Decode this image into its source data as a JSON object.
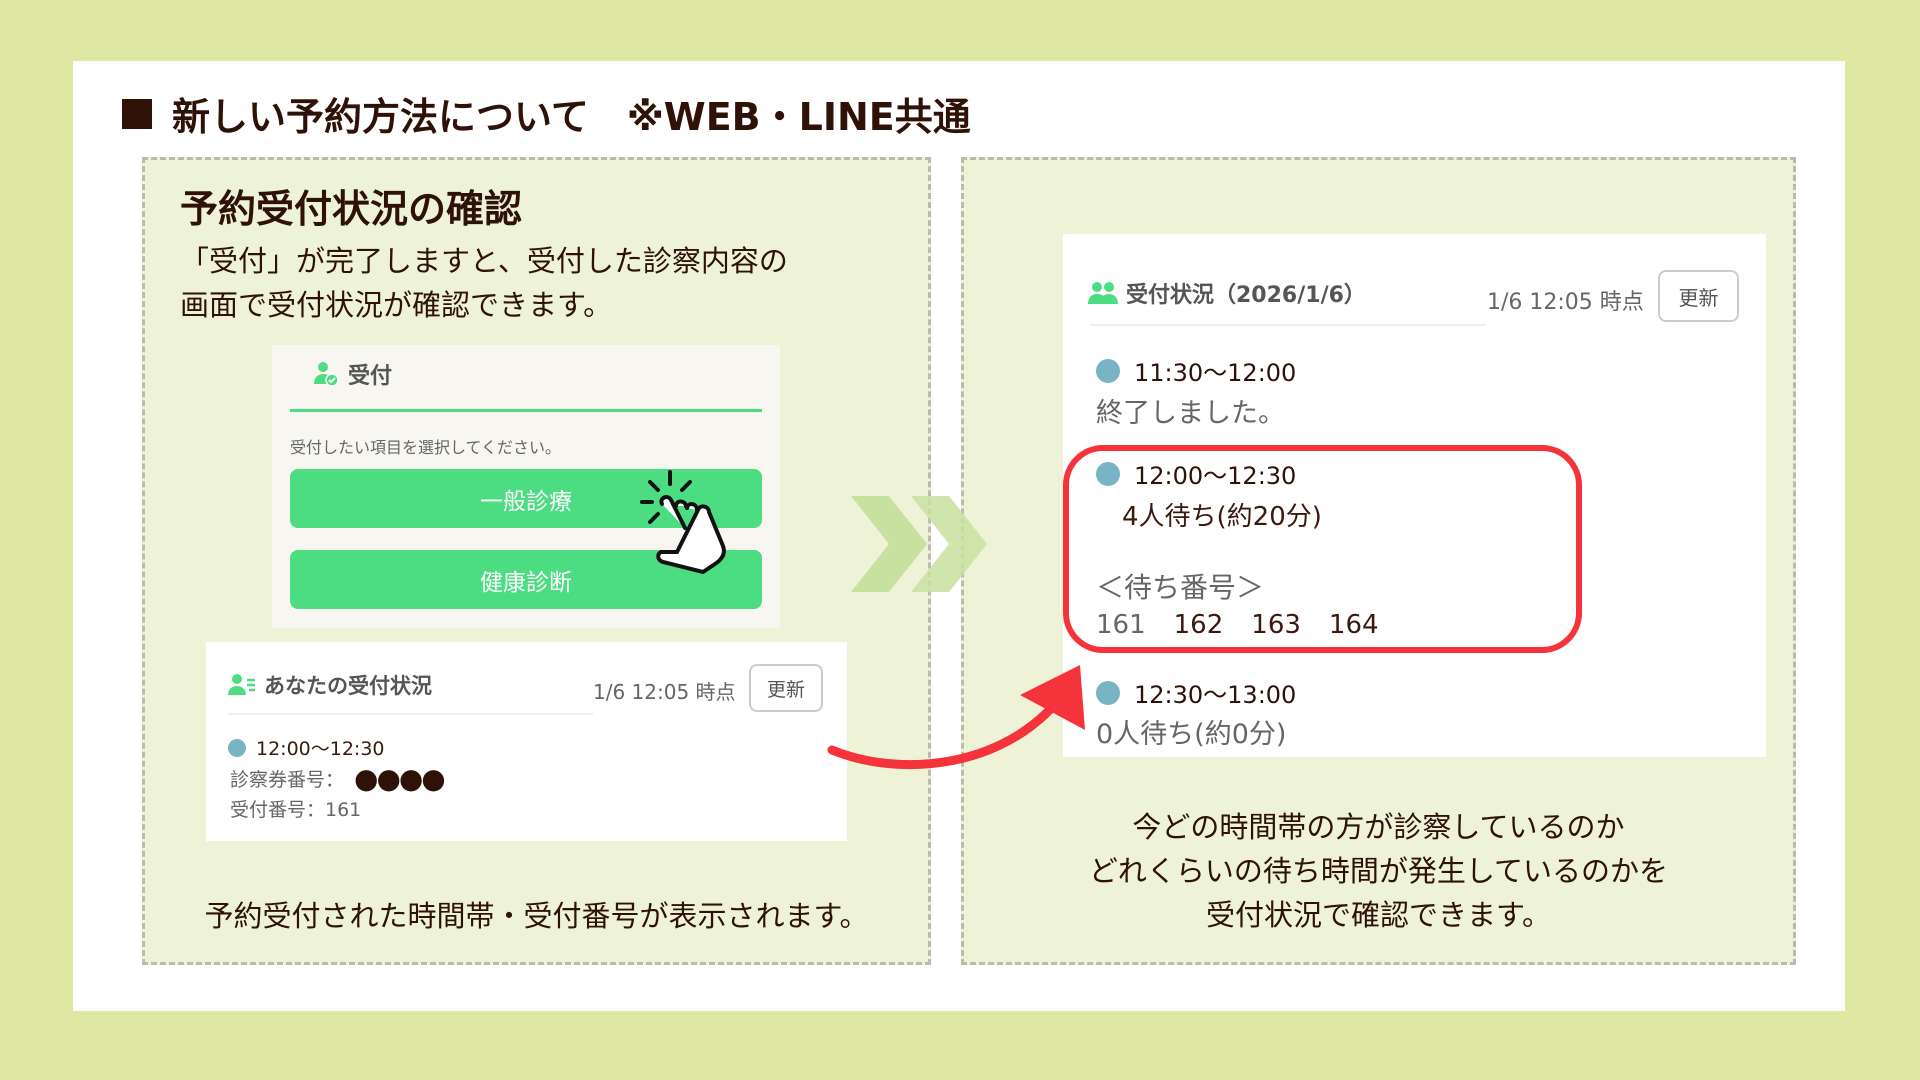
{
  "title": "新しい予約方法について　※WEB・LINE共通",
  "left": {
    "heading": "予約受付状況の確認",
    "desc": [
      "「受付」が完了しますと、受付した診察内容の",
      "画面で受付状況が確認できます。"
    ],
    "reception": {
      "header": "受付",
      "instruction": "受付したい項目を選択してください。",
      "buttons": [
        "一般診療",
        "健康診断"
      ]
    },
    "status": {
      "title": "あなたの受付状況",
      "timestamp": "1/6 12:05 時点",
      "refresh": "更新",
      "slot": "12:00〜12:30",
      "card_label": "診察券番号：",
      "card_mask": "●●●●",
      "reception_number": "受付番号：161"
    },
    "caption": "予約受付された時間帯・受付番号が表示されます。"
  },
  "right": {
    "title": "受付状況（2026/1/6）",
    "timestamp": "1/6 12:05 時点",
    "refresh": "更新",
    "slots": [
      {
        "time": "11:30〜12:00",
        "status": "終了しました。"
      },
      {
        "time": "12:00〜12:30",
        "status": "4人待ち(約20分)",
        "numbers_label": "＜待ち番号＞",
        "numbers": [
          "161",
          "162",
          "163",
          "164"
        ]
      },
      {
        "time": "12:30〜13:00",
        "status": "0人待ち(約0分)"
      }
    ],
    "caption": [
      "今どの時間帯の方が診察しているのか",
      "どれくらいの待ち時間が発生しているのかを",
      "受付状況で確認できます。"
    ]
  },
  "colors": {
    "accent_green": "#4cdd82",
    "highlight_red": "#f5333b",
    "dot": "#79b4c4",
    "background": "#dfe8a3"
  }
}
